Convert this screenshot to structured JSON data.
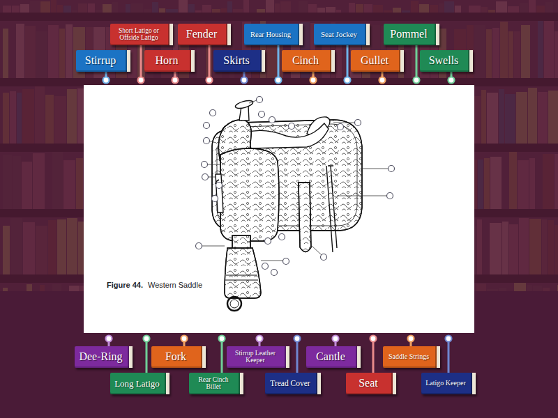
{
  "diagram": {
    "nodes": [
      {
        "text": [
          "Short Latigo or Offside Latigo"
        ]
      },
      {
        "text": [
          "Fender"
        ]
      },
      {
        "text": [
          "Rear Housing"
        ]
      },
      {
        "text": [
          "Seat Jockey"
        ]
      },
      {
        "text": [
          "Pommel"
        ]
      },
      {
        "text": [
          "Stirrup"
        ]
      },
      {
        "text": [
          "Horn"
        ]
      },
      {
        "text": [
          "Skirts"
        ]
      },
      {
        "text": [
          "Cinch"
        ]
      },
      {
        "text": [
          "Gullet"
        ]
      },
      {
        "text": [
          "Swells"
        ]
      },
      {
        "text": [
          "Dee-Ring"
        ]
      },
      {
        "text": [
          "Fork"
        ]
      },
      {
        "text": [
          "Stirrup Leather Keeper"
        ]
      },
      {
        "text": [
          "Cantle"
        ]
      },
      {
        "text": [
          "Saddle Strings"
        ]
      },
      {
        "text": [
          "Long Latigo"
        ]
      },
      {
        "text": [
          "Rear Cinch Billet"
        ]
      },
      {
        "text": [
          "Tread Cover"
        ]
      },
      {
        "text": [
          "Seat"
        ]
      },
      {
        "text": [
          "Latigo Keeper"
        ]
      }
    ],
    "labels": [
      "Figure 44.",
      "Western Saddle"
    ]
  }
}
